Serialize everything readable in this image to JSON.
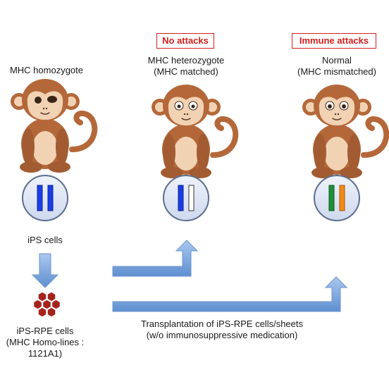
{
  "badges": {
    "no_attacks": "No attacks",
    "immune_attacks": "Immune attacks"
  },
  "monkeys": {
    "homozygote": "MHC homozygote",
    "heterozygote": {
      "line1": "MHC heterozygote",
      "line2": "(MHC matched)"
    },
    "normal": {
      "line1": "Normal",
      "line2": "(MHC mismatched)"
    }
  },
  "cells": {
    "ips": "iPS cells",
    "rpe": {
      "line1": "iPS-RPE cells",
      "line2": "(MHC Homo-lines :",
      "line3": "1121A1)"
    }
  },
  "transplantation": {
    "line1": "Transplantation of iPS-RPE cells/sheets",
    "line2": "(w/o immunosuppressive medication)"
  },
  "colors": {
    "badge_border": "#d41e1e",
    "cell_fill": "#dde6f5",
    "allele_blue": "#1a3ee6",
    "allele_white": "#ffffff",
    "allele_green": "#1f8f3a",
    "allele_orange": "#f28a16",
    "arrow": "#7aa6dc",
    "rpe_hexagon": "#a4231c",
    "monkey_fur": "#b4683a",
    "monkey_face": "#f1d3b4"
  },
  "icons": [
    "monkey-icon",
    "cell-nucleus-icon",
    "rpe-hexagon-cluster-icon",
    "arrow-down-icon",
    "arrow-right-up-icon"
  ]
}
